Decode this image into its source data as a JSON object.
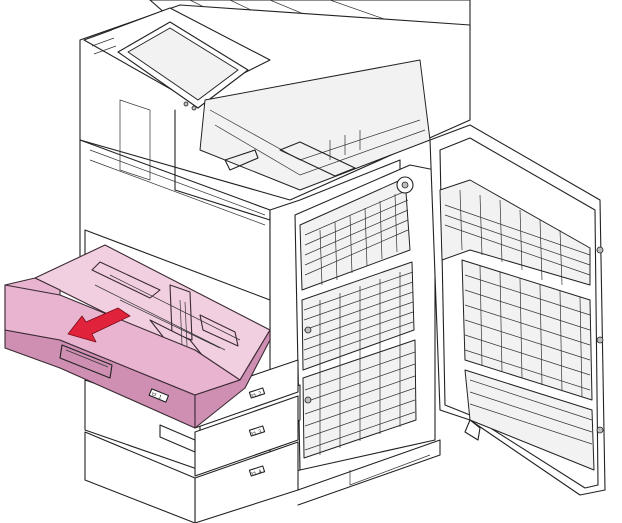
{
  "figure": {
    "tray_label": "ᗨ 1",
    "drawer_labels": [
      "ᗨ 2",
      "ᗨ 3",
      "ᗨ 4"
    ],
    "colors": {
      "tray_fill": "#e8b4cf",
      "tray_fill_light": "#f2cfe0",
      "tray_fill_dark": "#cf8fb2",
      "arrow_fill": "#e0233b",
      "line": "#222222"
    },
    "icons": [
      "pull-direction-arrow-icon",
      "touch-panel-icon"
    ]
  }
}
